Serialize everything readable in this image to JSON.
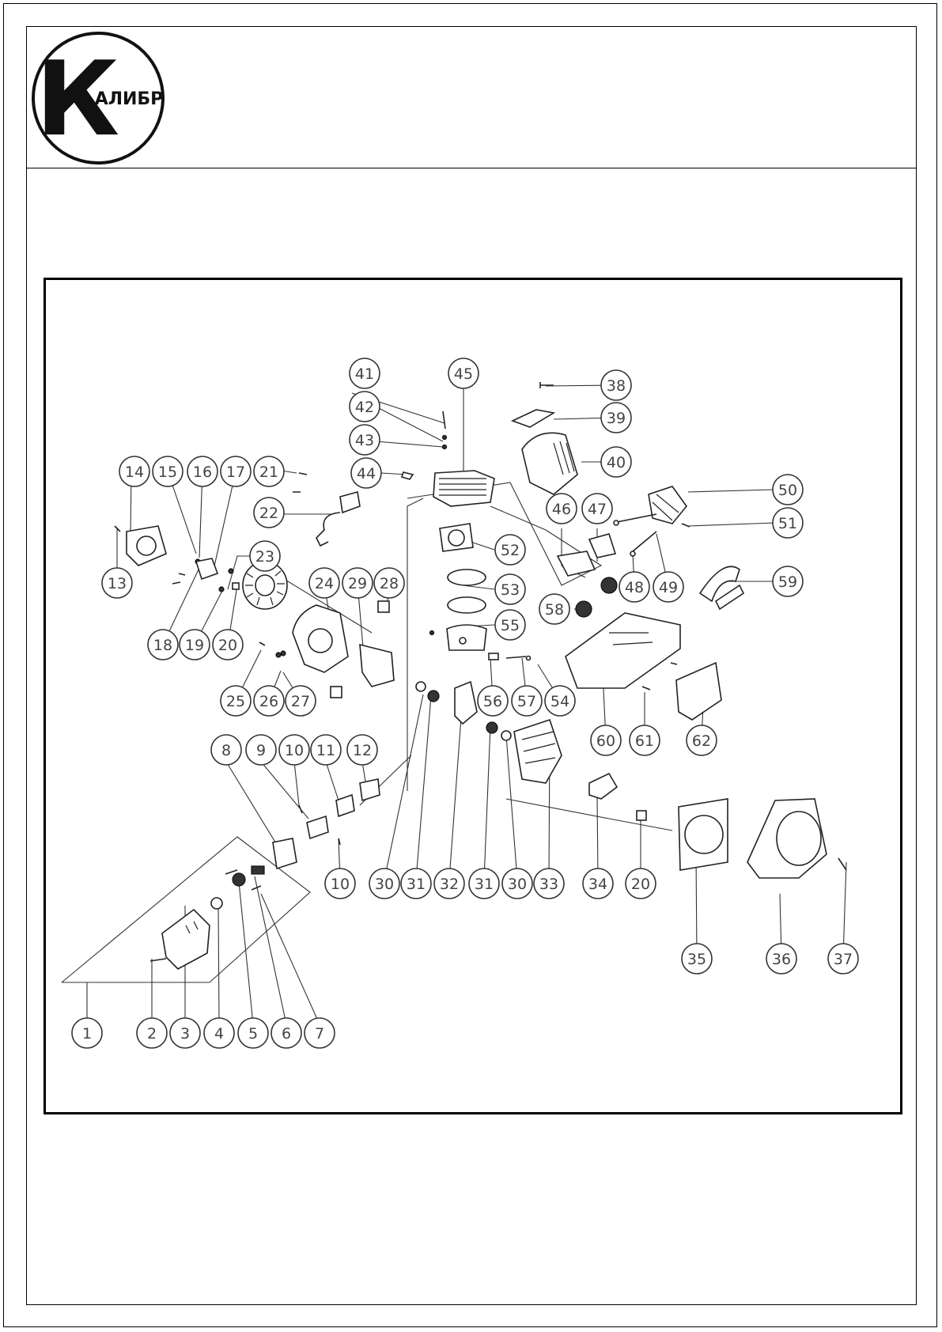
{
  "brand": {
    "logo_letter": "К",
    "logo_text": "АЛИБР"
  },
  "callouts": [
    {
      "label": "1"
    },
    {
      "label": "2"
    },
    {
      "label": "3"
    },
    {
      "label": "4"
    },
    {
      "label": "5"
    },
    {
      "label": "6"
    },
    {
      "label": "7"
    },
    {
      "label": "8"
    },
    {
      "label": "9"
    },
    {
      "label": "10"
    },
    {
      "label": "11"
    },
    {
      "label": "12"
    },
    {
      "label": "13"
    },
    {
      "label": "14"
    },
    {
      "label": "15"
    },
    {
      "label": "16"
    },
    {
      "label": "17"
    },
    {
      "label": "18"
    },
    {
      "label": "19"
    },
    {
      "label": "20"
    },
    {
      "label": "21"
    },
    {
      "label": "22"
    },
    {
      "label": "23"
    },
    {
      "label": "24"
    },
    {
      "label": "25"
    },
    {
      "label": "26"
    },
    {
      "label": "27"
    },
    {
      "label": "28"
    },
    {
      "label": "29"
    },
    {
      "label": "30"
    },
    {
      "label": "31"
    },
    {
      "label": "32"
    },
    {
      "label": "31"
    },
    {
      "label": "30"
    },
    {
      "label": "33"
    },
    {
      "label": "34"
    },
    {
      "label": "20"
    },
    {
      "label": "35"
    },
    {
      "label": "36"
    },
    {
      "label": "37"
    },
    {
      "label": "38"
    },
    {
      "label": "39"
    },
    {
      "label": "40"
    },
    {
      "label": "41"
    },
    {
      "label": "42"
    },
    {
      "label": "43"
    },
    {
      "label": "44"
    },
    {
      "label": "45"
    },
    {
      "label": "46"
    },
    {
      "label": "47"
    },
    {
      "label": "48"
    },
    {
      "label": "49"
    },
    {
      "label": "50"
    },
    {
      "label": "51"
    },
    {
      "label": "52"
    },
    {
      "label": "53"
    },
    {
      "label": "55"
    },
    {
      "label": "56"
    },
    {
      "label": "57"
    },
    {
      "label": "54"
    },
    {
      "label": "58"
    },
    {
      "label": "59"
    },
    {
      "label": "60"
    },
    {
      "label": "61"
    },
    {
      "label": "62"
    },
    {
      "label": "10"
    }
  ]
}
